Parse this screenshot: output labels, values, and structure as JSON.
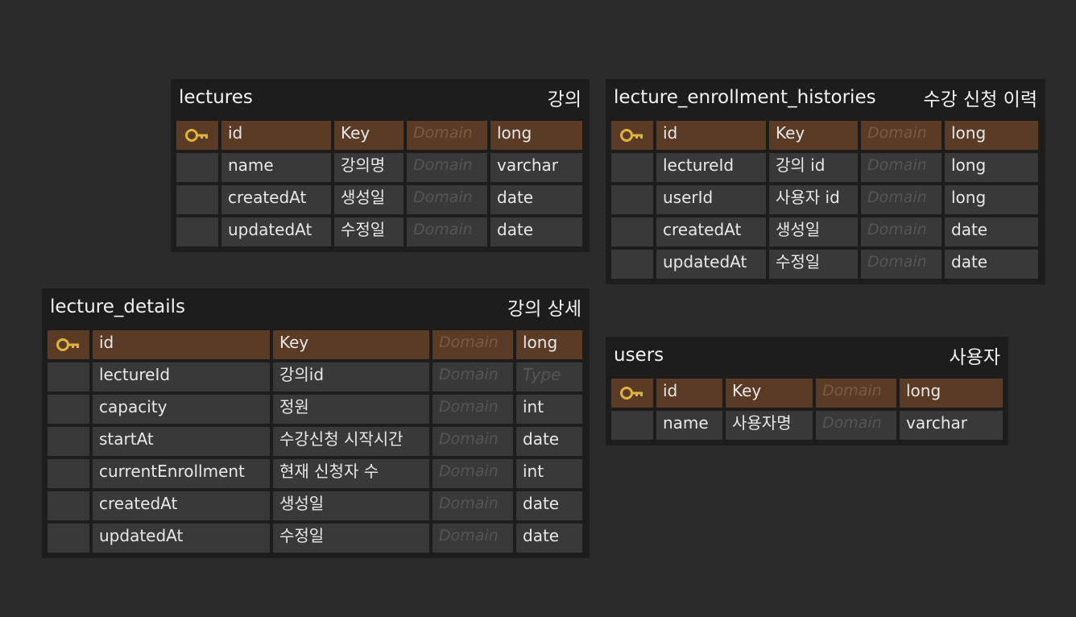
{
  "colors": {
    "background": "#2b2b2b",
    "entity_bg": "#1d1d1d",
    "cell_bg": "#393939",
    "pk_row_bg": "#5a3b25",
    "key_icon": "#e2b33a"
  },
  "icons": {
    "primary_key": "key-icon"
  },
  "entities": {
    "lectures": {
      "name": "lectures",
      "label": "강의",
      "rows": [
        {
          "col": "id",
          "key": "Key",
          "domain": "Domain",
          "type": "long",
          "pk": true
        },
        {
          "col": "name",
          "key": "강의명",
          "domain": "Domain",
          "type": "varchar"
        },
        {
          "col": "createdAt",
          "key": "생성일",
          "domain": "Domain",
          "type": "date"
        },
        {
          "col": "updatedAt",
          "key": "수정일",
          "domain": "Domain",
          "type": "date"
        }
      ]
    },
    "lecture_enrollment_histories": {
      "name": "lecture_enrollment_histories",
      "label": "수강 신청 이력",
      "rows": [
        {
          "col": "id",
          "key": "Key",
          "domain": "Domain",
          "type": "long",
          "pk": true
        },
        {
          "col": "lectureId",
          "key": "강의 id",
          "domain": "Domain",
          "type": "long"
        },
        {
          "col": "userId",
          "key": "사용자 id",
          "domain": "Domain",
          "type": "long"
        },
        {
          "col": "createdAt",
          "key": "생성일",
          "domain": "Domain",
          "type": "date"
        },
        {
          "col": "updatedAt",
          "key": "수정일",
          "domain": "Domain",
          "type": "date"
        }
      ]
    },
    "lecture_details": {
      "name": "lecture_details",
      "label": "강의 상세",
      "rows": [
        {
          "col": "id",
          "key": "Key",
          "domain": "Domain",
          "type": "long",
          "pk": true
        },
        {
          "col": "lectureId",
          "key": "강의id",
          "domain": "Domain",
          "type": "Type",
          "type_placeholder": true
        },
        {
          "col": "capacity",
          "key": "정원",
          "domain": "Domain",
          "type": "int"
        },
        {
          "col": "startAt",
          "key": "수강신청 시작시간",
          "domain": "Domain",
          "type": "date"
        },
        {
          "col": "currentEnrollment",
          "key": "현재 신청자 수",
          "domain": "Domain",
          "type": "int"
        },
        {
          "col": "createdAt",
          "key": "생성일",
          "domain": "Domain",
          "type": "date"
        },
        {
          "col": "updatedAt",
          "key": "수정일",
          "domain": "Domain",
          "type": "date"
        }
      ]
    },
    "users": {
      "name": "users",
      "label": "사용자",
      "rows": [
        {
          "col": "id",
          "key": "Key",
          "domain": "Domain",
          "type": "long",
          "pk": true
        },
        {
          "col": "name",
          "key": "사용자명",
          "domain": "Domain",
          "type": "varchar"
        }
      ]
    }
  }
}
